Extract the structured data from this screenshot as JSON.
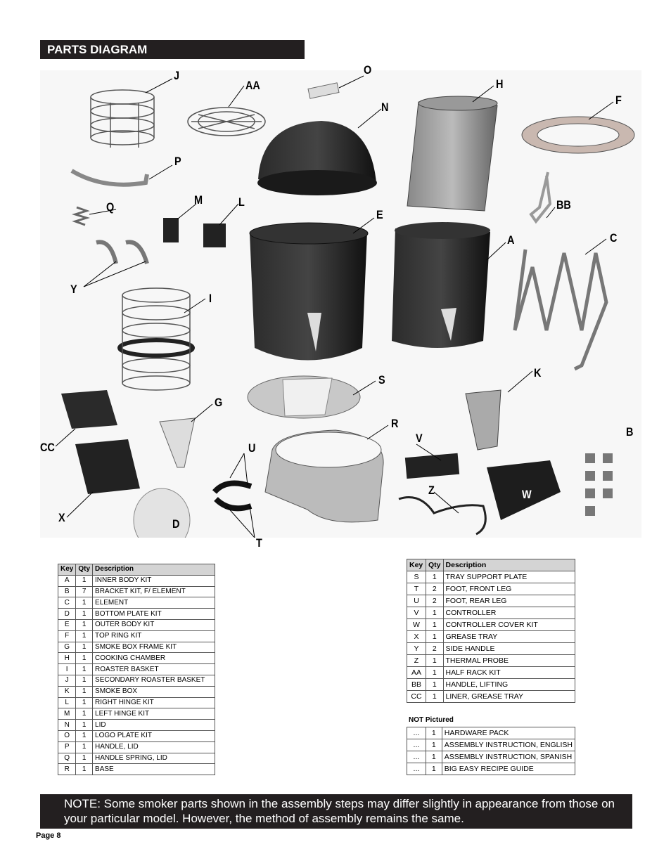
{
  "header": {
    "title": "PARTS DIAGRAM"
  },
  "diagram": {
    "labels": {
      "J": "J",
      "AA": "AA",
      "O": "O",
      "H": "H",
      "N": "N",
      "F": "F",
      "P": "P",
      "Q": "Q",
      "M": "M",
      "L": "L",
      "BB": "BB",
      "E": "E",
      "A": "A",
      "C": "C",
      "Y": "Y",
      "I": "I",
      "K": "K",
      "S": "S",
      "G": "G",
      "B": "B",
      "R": "R",
      "V": "V",
      "CC": "CC",
      "U": "U",
      "W": "W",
      "Z": "Z",
      "X": "X",
      "D": "D",
      "T": "T"
    }
  },
  "table_left": {
    "headers": [
      "Key",
      "Qty",
      "Description"
    ],
    "rows": [
      {
        "key": "A",
        "qty": "1",
        "desc": "INNER BODY KIT"
      },
      {
        "key": "B",
        "qty": "7",
        "desc": "BRACKET KIT, F/ ELEMENT"
      },
      {
        "key": "C",
        "qty": "1",
        "desc": "ELEMENT"
      },
      {
        "key": "D",
        "qty": "1",
        "desc": "BOTTOM PLATE KIT"
      },
      {
        "key": "E",
        "qty": "1",
        "desc": "OUTER BODY KIT"
      },
      {
        "key": "F",
        "qty": "1",
        "desc": "TOP RING KIT"
      },
      {
        "key": "G",
        "qty": "1",
        "desc": "SMOKE BOX FRAME KIT"
      },
      {
        "key": "H",
        "qty": "1",
        "desc": "COOKING CHAMBER"
      },
      {
        "key": "I",
        "qty": "1",
        "desc": "ROASTER BASKET"
      },
      {
        "key": "J",
        "qty": "1",
        "desc": "SECONDARY ROASTER BASKET"
      },
      {
        "key": "K",
        "qty": "1",
        "desc": "SMOKE BOX"
      },
      {
        "key": "L",
        "qty": "1",
        "desc": "RIGHT HINGE KIT"
      },
      {
        "key": "M",
        "qty": "1",
        "desc": "LEFT HINGE KIT"
      },
      {
        "key": "N",
        "qty": "1",
        "desc": "LID"
      },
      {
        "key": "O",
        "qty": "1",
        "desc": "LOGO PLATE KIT"
      },
      {
        "key": "P",
        "qty": "1",
        "desc": "HANDLE, LID"
      },
      {
        "key": "Q",
        "qty": "1",
        "desc": "HANDLE SPRING, LID"
      },
      {
        "key": "R",
        "qty": "1",
        "desc": "BASE"
      }
    ]
  },
  "table_right": {
    "headers": [
      "Key",
      "Qty",
      "Description"
    ],
    "rows": [
      {
        "key": "S",
        "qty": "1",
        "desc": "TRAY SUPPORT PLATE"
      },
      {
        "key": "T",
        "qty": "2",
        "desc": "FOOT, FRONT LEG"
      },
      {
        "key": "U",
        "qty": "2",
        "desc": "FOOT, REAR LEG"
      },
      {
        "key": "V",
        "qty": "1",
        "desc": "CONTROLLER"
      },
      {
        "key": "W",
        "qty": "1",
        "desc": "CONTROLLER COVER KIT"
      },
      {
        "key": "X",
        "qty": "1",
        "desc": "GREASE TRAY"
      },
      {
        "key": "Y",
        "qty": "2",
        "desc": "SIDE HANDLE"
      },
      {
        "key": "Z",
        "qty": "1",
        "desc": "THERMAL PROBE"
      },
      {
        "key": "AA",
        "qty": "1",
        "desc": "HALF RACK KIT"
      },
      {
        "key": "BB",
        "qty": "1",
        "desc": "HANDLE, LIFTING"
      },
      {
        "key": "CC",
        "qty": "1",
        "desc": "LINER, GREASE TRAY"
      }
    ]
  },
  "not_pictured": {
    "title": "NOT Pictured",
    "rows": [
      {
        "key": "...",
        "qty": "1",
        "desc": "HARDWARE PACK"
      },
      {
        "key": "...",
        "qty": "1",
        "desc": "ASSEMBLY INSTRUCTION, ENGLISH"
      },
      {
        "key": "...",
        "qty": "1",
        "desc": "ASSEMBLY INSTRUCTION, SPANISH"
      },
      {
        "key": "...",
        "qty": "1",
        "desc": "BIG EASY RECIPE GUIDE"
      }
    ]
  },
  "note": {
    "text": "NOTE: Some smoker parts shown in the assembly steps may differ slightly in appearance from those on your particular model. However, the method of assembly remains the same."
  },
  "footer": {
    "page": "Page 8"
  }
}
